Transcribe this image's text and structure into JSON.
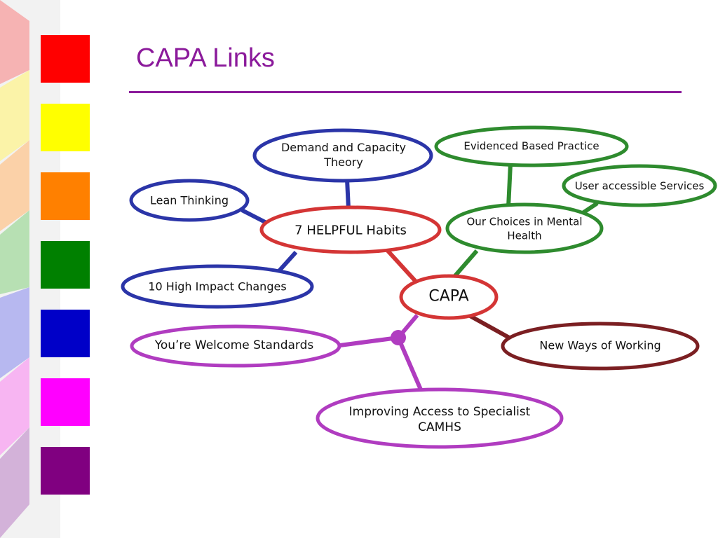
{
  "slide": {
    "title": "CAPA Links"
  },
  "colors": {
    "title": "#8b1a9b",
    "swatches": [
      "#ff0000",
      "#ffff00",
      "#ff8000",
      "#008000",
      "#0000c8",
      "#ff00ff",
      "#800080"
    ],
    "blue": "#2b35a8",
    "red": "#d43535",
    "green": "#2e8b2e",
    "purple": "#b03cc0",
    "maroon": "#7b1f22"
  },
  "nodes": {
    "capa": "CAPA",
    "habits": "7 HELPFUL Habits",
    "demand_1": "Demand and Capacity",
    "demand_2": "Theory",
    "lean": "Lean Thinking",
    "high_impact": "10 High Impact Changes",
    "evidenced": "Evidenced Based Practice",
    "user_accessible": "User accessible Services",
    "choices_1": "Our Choices in Mental",
    "choices_2": "Health",
    "welcome": "You’re Welcome Standards",
    "new_ways": "New Ways of Working",
    "improving_1": "Improving Access to Specialist",
    "improving_2": "CAMHS"
  }
}
